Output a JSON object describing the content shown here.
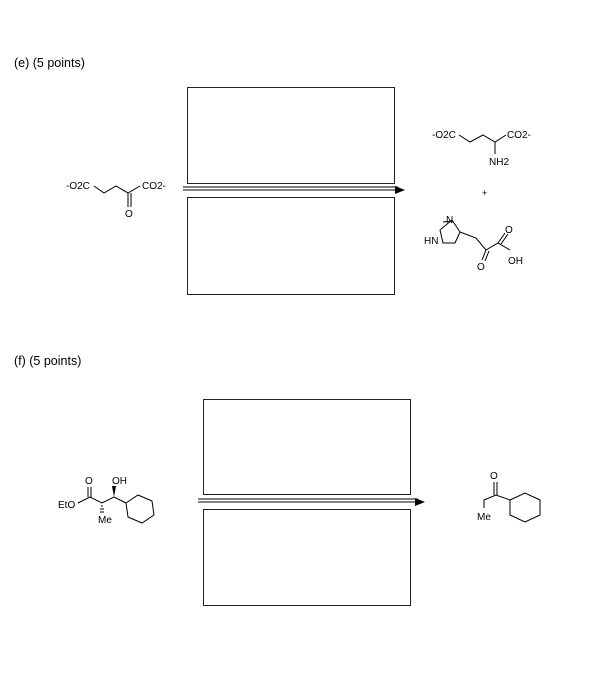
{
  "problems": [
    {
      "label": "(e) (5 points)",
      "reactant": {
        "left_group": "-O2C",
        "right_group": "CO2-",
        "oxygen": "O"
      },
      "products": {
        "amino_acid": {
          "left_group": "-O2C",
          "right_group": "CO2-",
          "amine": "NH2"
        },
        "plus": "+",
        "imidazole": {
          "ring_n": "N",
          "ring_nh": "HN",
          "keto_o": "O",
          "acid_o": "O",
          "acid_oh": "OH"
        }
      }
    },
    {
      "label": "(f) (5 points)",
      "reactant": {
        "ester_o": "O",
        "alcohol": "OH",
        "ester_group": "EtO",
        "methyl": "Me"
      },
      "product": {
        "ketone_o": "O",
        "methyl": "Me"
      }
    }
  ]
}
